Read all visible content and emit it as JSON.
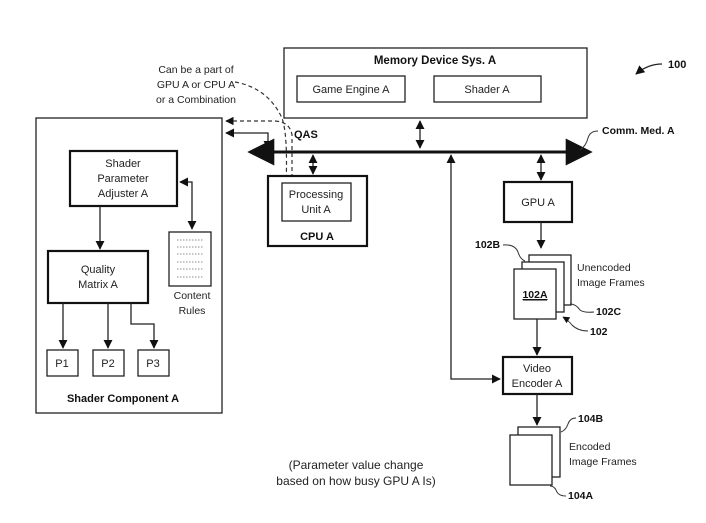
{
  "figure": {
    "ref_number": "100",
    "memory": {
      "title": "Memory Device Sys. A",
      "game_engine": "Game Engine A",
      "shader": "Shader A"
    },
    "note_combination": [
      "Can be a part of",
      "GPU A or CPU A",
      "or a Combination"
    ],
    "qas_label": "QAS",
    "bus_label": "Comm. Med. A",
    "shader_component": {
      "title": "Shader Component A",
      "adjuster": [
        "Shader",
        "Parameter",
        "Adjuster A"
      ],
      "quality_matrix": [
        "Quality",
        "Matrix A"
      ],
      "content_rules": [
        "Content",
        "Rules"
      ],
      "params": [
        "P1",
        "P2",
        "P3"
      ]
    },
    "cpu": {
      "title": "CPU A",
      "processing_unit": [
        "Processing",
        "Unit A"
      ]
    },
    "gpu": {
      "title": "GPU A"
    },
    "unencoded": {
      "label": [
        "Unencoded",
        "Image Frames"
      ],
      "front_frame": "102A",
      "ref_b": "102B",
      "ref_c": "102C",
      "ref_group": "102"
    },
    "encoder": {
      "title": [
        "Video",
        "Encoder A"
      ]
    },
    "encoded": {
      "label": [
        "Encoded",
        "Image Frames"
      ],
      "ref_a": "104A",
      "ref_b": "104B"
    },
    "caption": [
      "(Parameter value change",
      "based on how busy GPU A Is)"
    ]
  }
}
